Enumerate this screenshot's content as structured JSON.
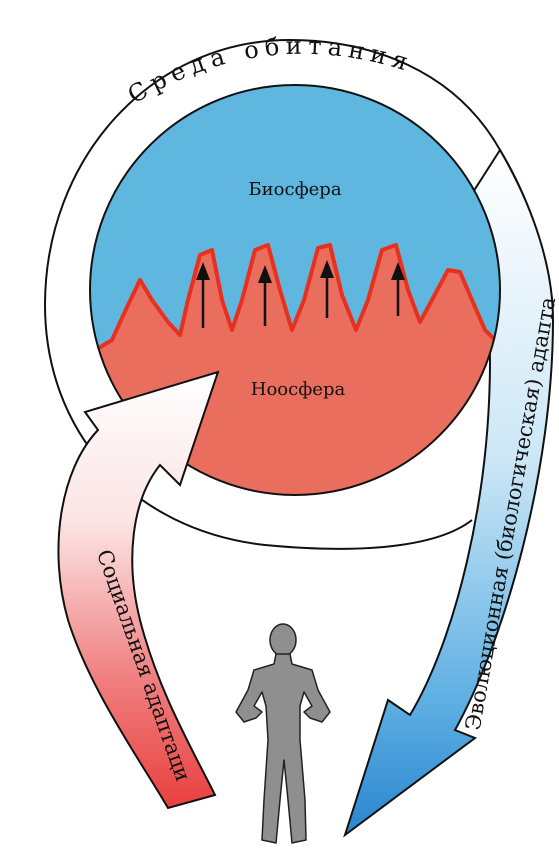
{
  "diagram": {
    "outer_ring_label": "Среда обитания",
    "upper_zone_label": "Биосфера",
    "lower_zone_label": "Ноосфера",
    "left_arrow_label": "Социальная адаптация",
    "right_arrow_label": "Эволюционная (биологическая) адаптация",
    "figure": "human-silhouette-icon",
    "peak_arrow_count": 4,
    "colors": {
      "biosphere": "#5fb6de",
      "noosphere": "#e96e5e",
      "boundary": "#e8301f",
      "social_arrow_end": "#e94c4c",
      "evolution_arrow_end": "#2f8fd2",
      "human": "#8f8f8f"
    }
  }
}
